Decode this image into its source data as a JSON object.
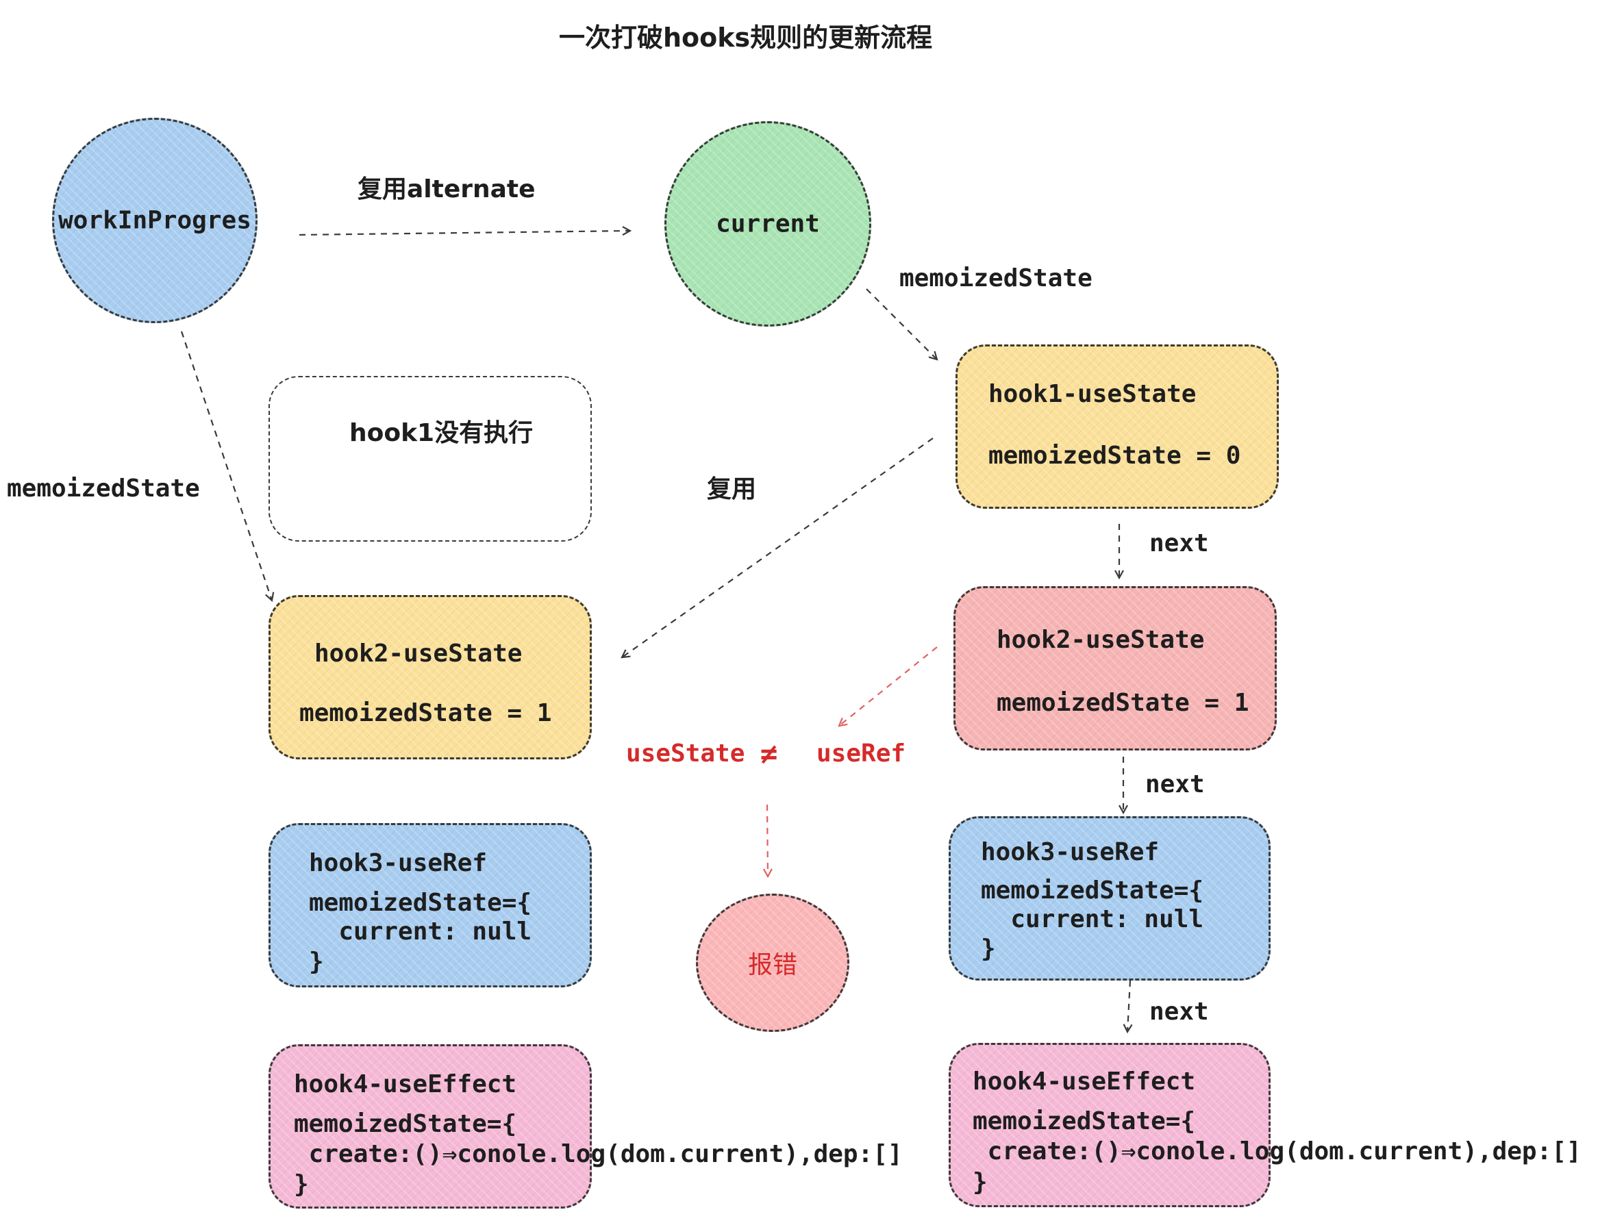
{
  "title": "一次打破hooks规则的更新流程",
  "nodes": {
    "wip": "workInProgres",
    "current": "current",
    "error": "报错",
    "hook1_not_executed": "hook1没有执行"
  },
  "edge_labels": {
    "reuse_alternate": "复用alternate",
    "current_memoized": "memoizedState",
    "wip_memoized": "memoizedState",
    "reuse": "复用",
    "next1": "next",
    "next2": "next",
    "next3": "next"
  },
  "mismatch": {
    "left": "useState",
    "op": "≠",
    "right": "useRef"
  },
  "current_list": {
    "hook1": {
      "name": "hook1-useState",
      "state": "memoizedState = 0"
    },
    "hook2": {
      "name": "hook2-useState",
      "state": "memoizedState = 1"
    },
    "hook3": {
      "name": "hook3-useRef",
      "line1": "memoizedState={",
      "line2": "  current: null",
      "line3": "}"
    },
    "hook4": {
      "name": "hook4-useEffect",
      "line1": "memoizedState={",
      "line2": " create:()⇒conole.log(dom.current),dep:[]",
      "line3": "}"
    }
  },
  "wip_list": {
    "hook2": {
      "name": "hook2-useState",
      "state": "memoizedState = 1"
    },
    "hook3": {
      "name": "hook3-useRef",
      "line1": "memoizedState={",
      "line2": "  current: null",
      "line3": "}"
    },
    "hook4": {
      "name": "hook4-useEffect",
      "line1": "memoizedState={",
      "line2": " create:()⇒conole.log(dom.current),dep:[]",
      "line3": "}"
    }
  },
  "colors": {
    "blue": "#a8cdf0",
    "green": "#a9e4b4",
    "yellow": "#fbe09a",
    "salmon": "#f7b4b4",
    "pink": "#f5b9d6",
    "red": "#d62a2a",
    "stroke": "#3a3a3a"
  }
}
